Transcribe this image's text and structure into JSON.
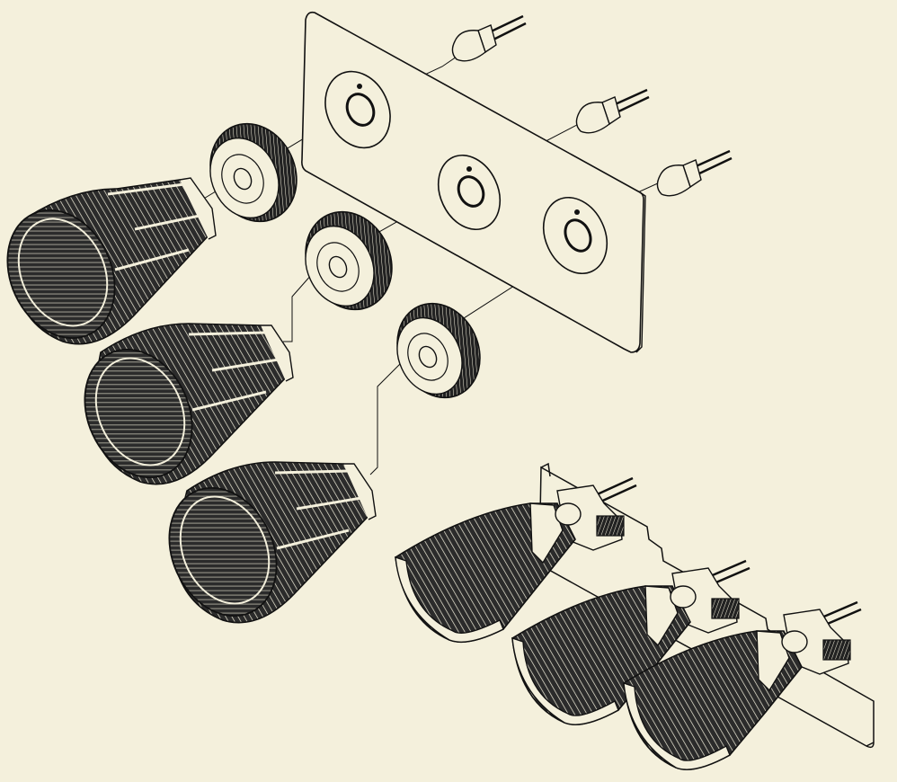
{
  "diagram": {
    "type": "exploded-assembly-drawing",
    "colors": {
      "background": "#F4F0DC",
      "ink": "#111111",
      "part_fill": "#F4F0DC",
      "ribbed_fill": "#3A3A3A"
    },
    "parts": {
      "mounting_plate": {
        "hole_count": 3
      },
      "leds": {
        "count": 3
      },
      "gears": {
        "count": 3
      },
      "reflectors": {
        "count": 3
      },
      "assembled_units": {
        "count": 3,
        "view": "cutaway"
      }
    }
  }
}
